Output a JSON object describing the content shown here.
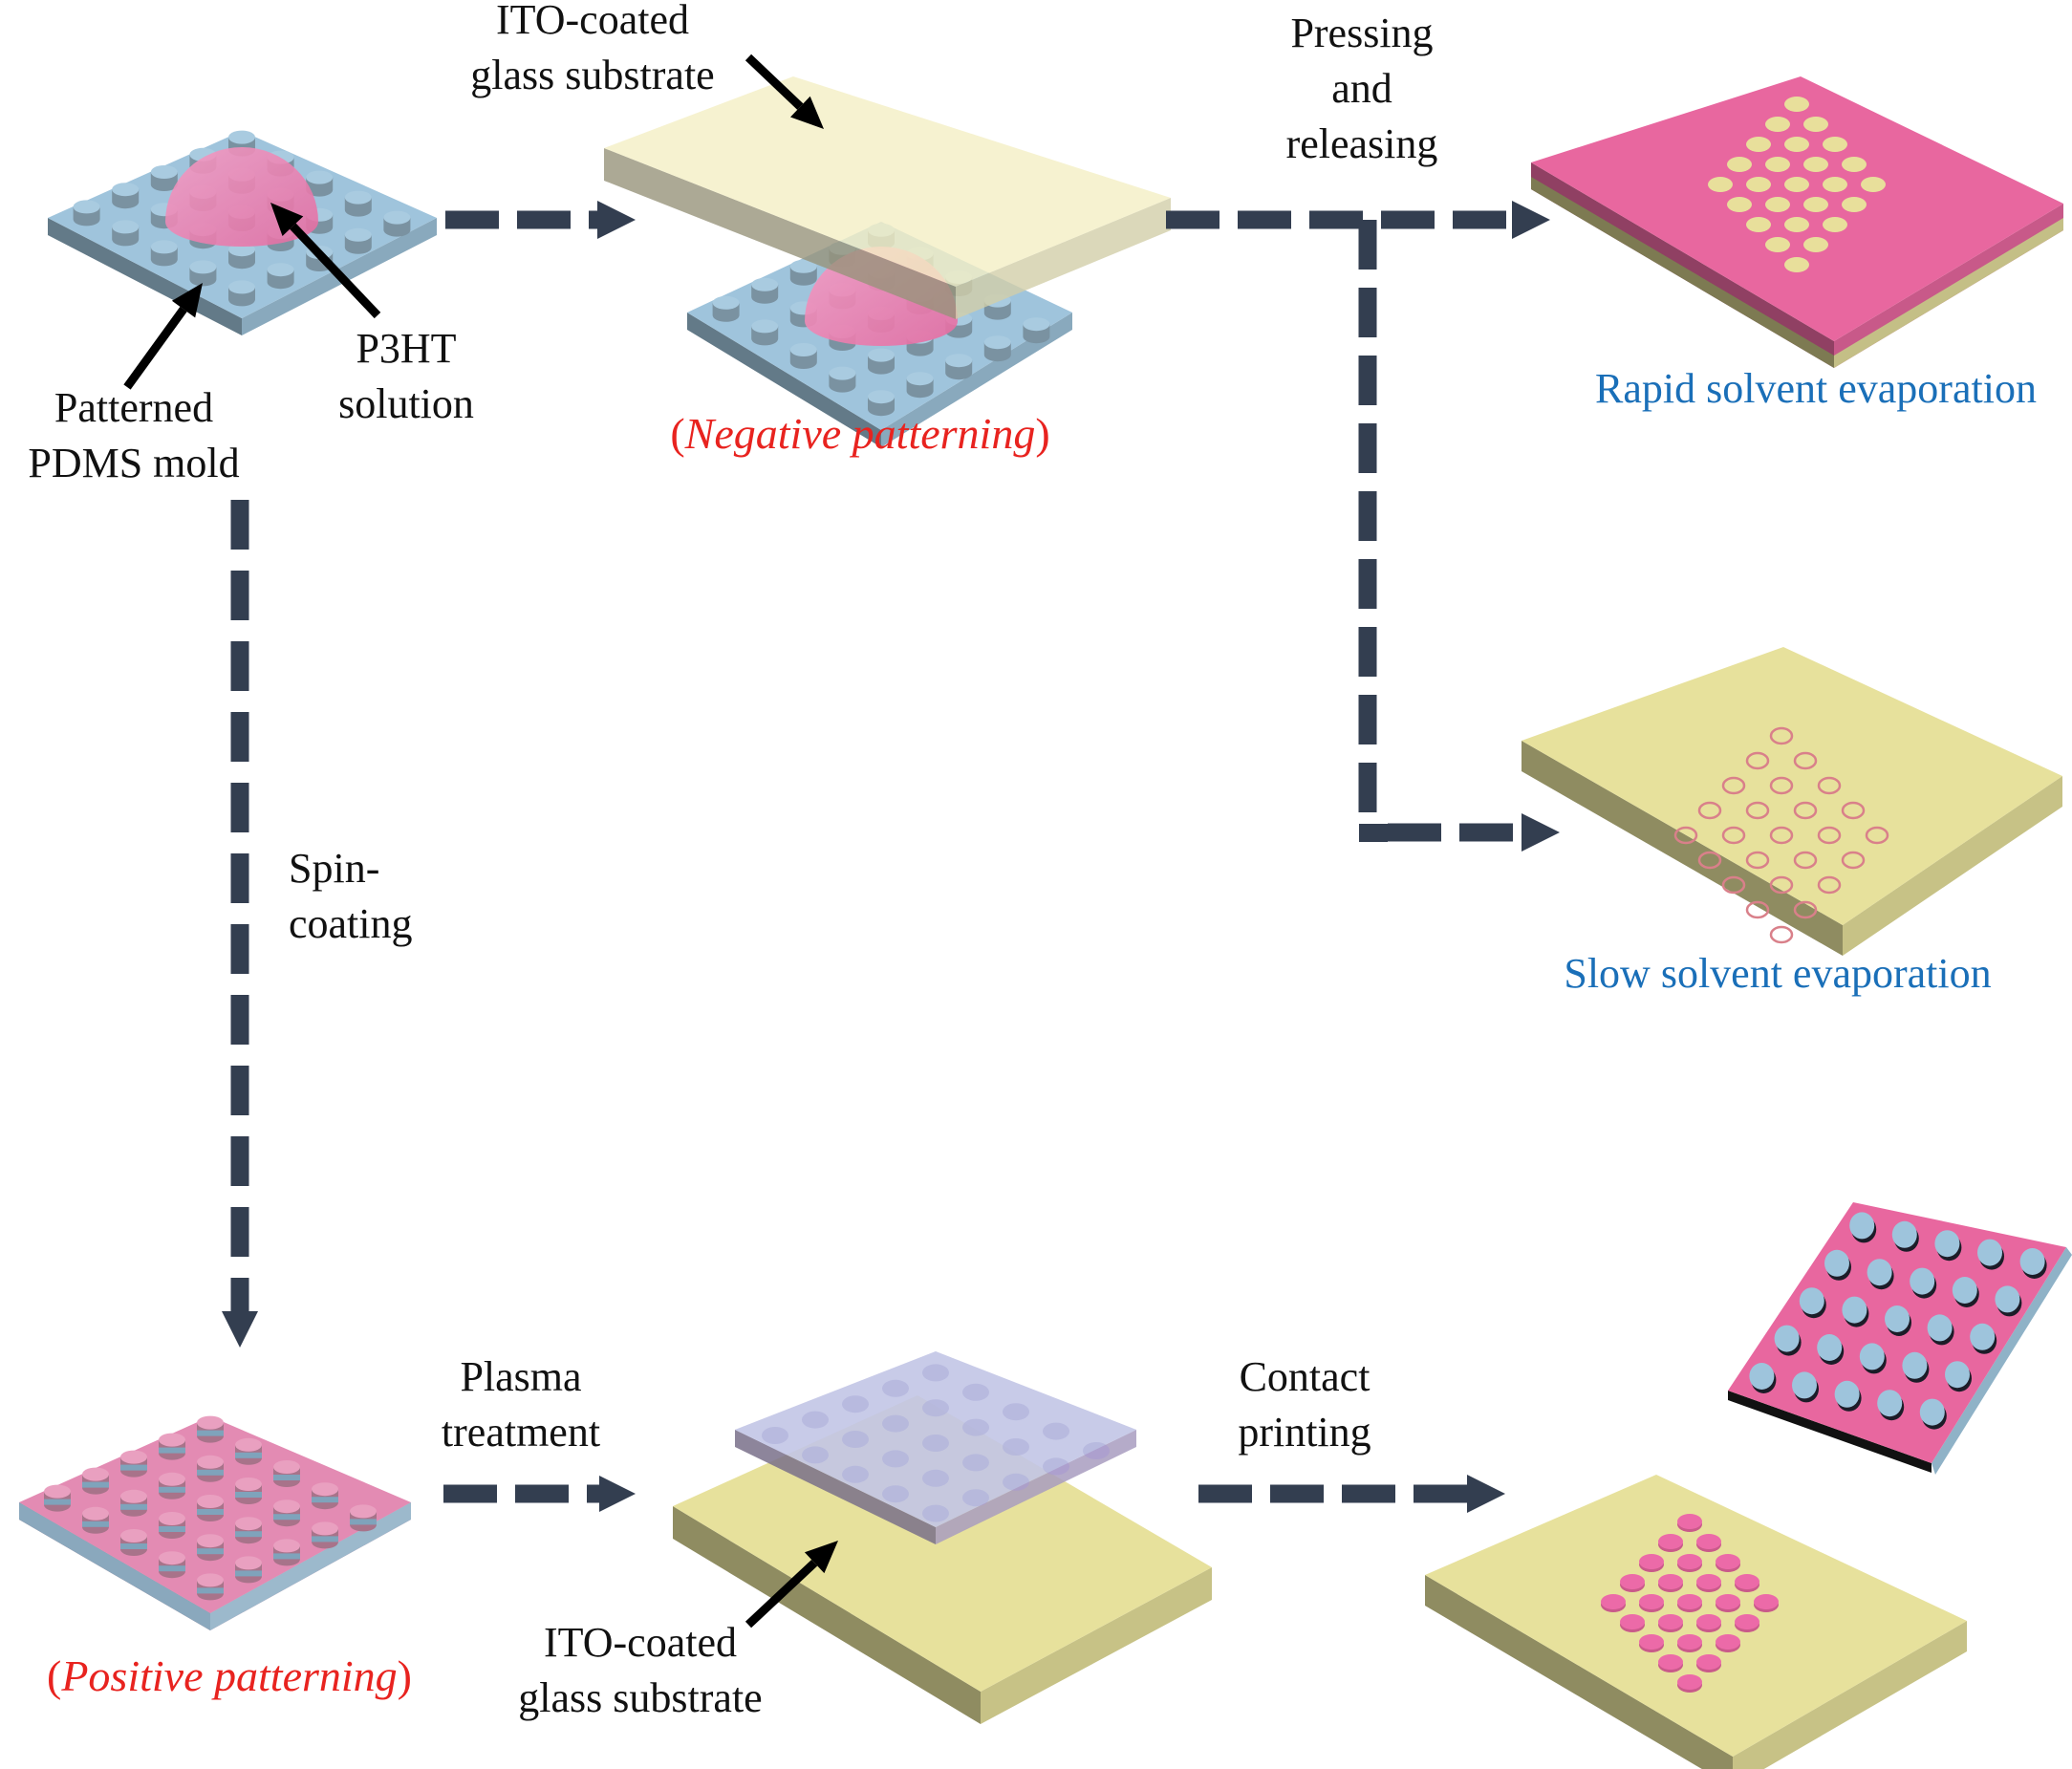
{
  "figure": {
    "type": "process-flow-diagram",
    "colors": {
      "arrow": "#333e50",
      "pdms_blue": "#9fc4dc",
      "p3ht_pink": "#e8679f",
      "ito_yellow": "#e7e19c",
      "label_red": "#e8231f",
      "label_blue": "#1a6fb8",
      "pointer_black": "#000000"
    }
  },
  "labels": {
    "ito_top": [
      "ITO-coated",
      "glass substrate"
    ],
    "pressing": [
      "Pressing",
      "and",
      "releasing"
    ],
    "p3ht": [
      "P3HT",
      "solution"
    ],
    "pdms_mold": [
      "Patterned",
      "PDMS mold"
    ],
    "negative": {
      "open": "(",
      "text": "Negative patterning",
      "close": ")"
    },
    "rapid": "Rapid solvent evaporation",
    "slow": "Slow solvent evaporation",
    "spin": [
      "Spin-",
      "coating"
    ],
    "plasma": [
      "Plasma",
      "treatment"
    ],
    "contact": [
      "Contact",
      "printing"
    ],
    "ito_bottom": [
      "ITO-coated",
      "glass substrate"
    ],
    "positive": {
      "open": "(",
      "text": "Positive patterning",
      "close": ")"
    }
  },
  "steps": [
    {
      "id": "mold-with-solution",
      "label": "Patterned PDMS mold + P3HT solution"
    },
    {
      "id": "pressing-assembly",
      "label": "Negative patterning"
    },
    {
      "id": "rapid-result",
      "label": "Rapid solvent evaporation",
      "pattern": "holes"
    },
    {
      "id": "slow-result",
      "label": "Slow solvent evaporation",
      "pattern": "rings"
    },
    {
      "id": "spin-coated-mold",
      "label": "Positive patterning"
    },
    {
      "id": "stamp-on-ito",
      "label": "Plasma treatment"
    },
    {
      "id": "printed-dots",
      "label": "Contact printing",
      "pattern": "dots"
    }
  ],
  "flows": [
    {
      "from": "mold-with-solution",
      "to": "pressing-assembly",
      "label": ""
    },
    {
      "from": "pressing-assembly",
      "to": "rapid-result",
      "label": "Pressing and releasing"
    },
    {
      "from": "pressing-assembly",
      "to": "slow-result",
      "label": "Pressing and releasing"
    },
    {
      "from": "mold-with-solution",
      "to": "spin-coated-mold",
      "label": "Spin-coating"
    },
    {
      "from": "spin-coated-mold",
      "to": "stamp-on-ito",
      "label": "Plasma treatment"
    },
    {
      "from": "stamp-on-ito",
      "to": "printed-dots",
      "label": "Contact printing"
    }
  ]
}
